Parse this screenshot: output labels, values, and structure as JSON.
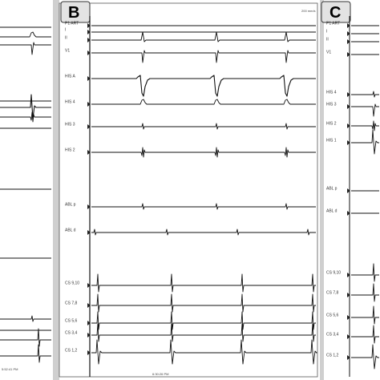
{
  "figure": {
    "panels": [
      {
        "letter": "",
        "labels": [],
        "footer": "5:52:41 PM"
      },
      {
        "letter": "B",
        "labels": [
          "P1 ART",
          "I",
          "II",
          "V1",
          "HIS A",
          "HIS 4",
          "HIS 3",
          "HIS 2",
          "ABL p",
          "ABL d",
          "CS 9,10",
          "CS 7,8",
          "CS 5,6",
          "CS 3,4",
          "CS 1,2"
        ],
        "footer": "6:30:26 PM",
        "scale": "200 mm/s"
      },
      {
        "letter": "C",
        "labels": [
          "P1 ART",
          "I",
          "II",
          "V1",
          "HIS 4",
          "HIS 3",
          "HIS 2",
          "HIS 1",
          "ABL p",
          "ABL d",
          "CS 9,10",
          "CS 7,8",
          "CS 5,6",
          "CS 3,4",
          "CS 1,2"
        ],
        "footer": ""
      }
    ],
    "colors": {
      "trace": "#111111",
      "divider": "#9a9a9a",
      "background": "#ffffff"
    }
  }
}
